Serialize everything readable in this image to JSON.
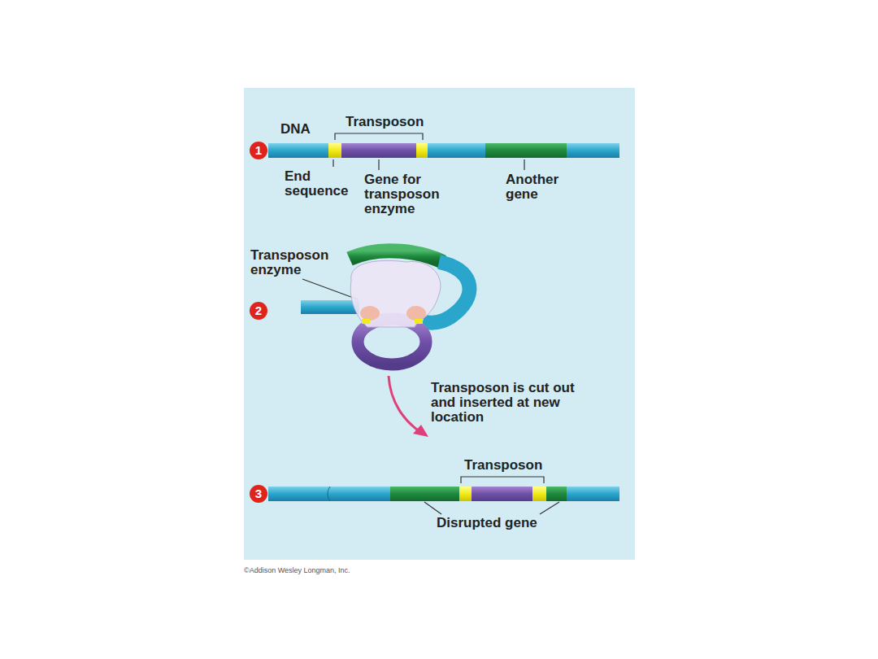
{
  "diagram": {
    "nodes": [
      {
        "text": [
          "1"
        ]
      },
      {
        "text": [
          "2"
        ]
      },
      {
        "text": [
          "3"
        ]
      }
    ],
    "labels": [
      "DNA",
      "Transposon",
      "End sequence",
      "Gene for transposon enzyme",
      "Another gene",
      "Transposon enzyme",
      "Transposon is cut out and inserted at new location",
      "Transposon",
      "Disrupted gene",
      "©Addison Wesley Longman, Inc."
    ]
  }
}
